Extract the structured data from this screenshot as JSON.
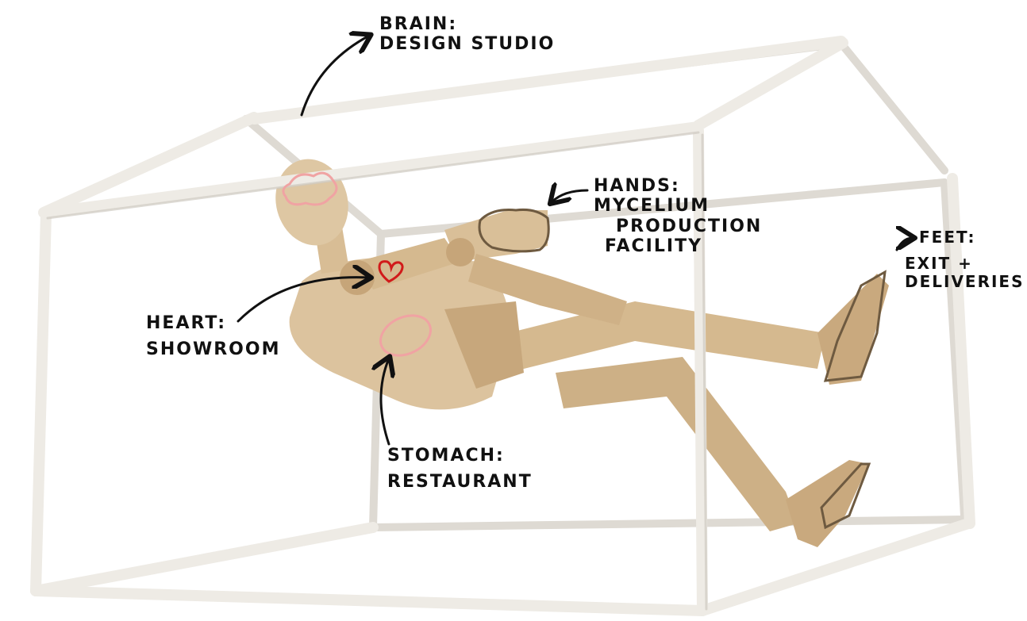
{
  "colors": {
    "frame": "#ece9e3",
    "frame_shade": "#cfcac2",
    "wood": "#dcc39e",
    "wood_shade": "#b99a70",
    "ink": "#111111",
    "highlight_pink": "#f0a3a3",
    "heart_red": "#d11a1a"
  },
  "annotations": {
    "brain": {
      "title": "BRAIN:",
      "line1": "DESIGN STUDIO"
    },
    "hands": {
      "title": "HANDS:",
      "line1": "MYCELIUM",
      "line2": "PRODUCTION",
      "line3": "FACILITY"
    },
    "feet": {
      "title": "FEET:",
      "line1": "EXIT +",
      "line2": "DELIVERIES"
    },
    "heart": {
      "title": "HEART:",
      "line1": "SHOWROOM"
    },
    "stomach": {
      "title": "STOMACH:",
      "line1": "RESTAURANT"
    }
  },
  "icons": {
    "frame": "house-frame-icon",
    "figure": "wooden-mannequin-icon",
    "heart": "heart-icon",
    "arrow": "arrow-icon"
  }
}
